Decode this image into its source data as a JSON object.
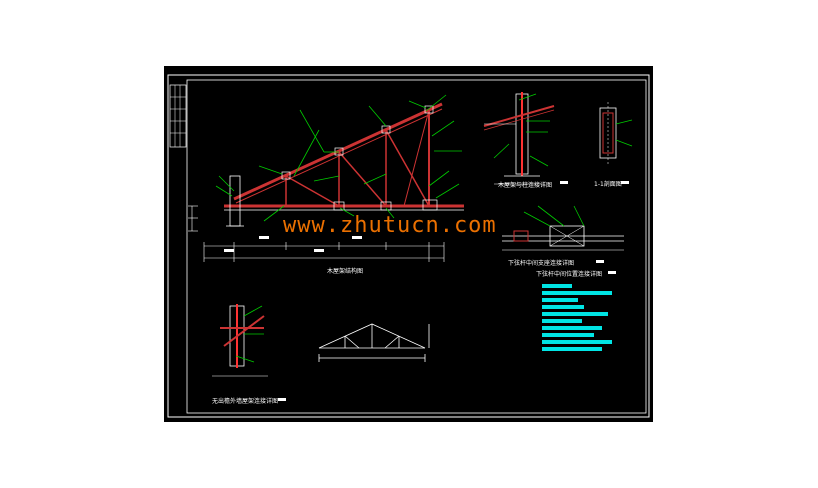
{
  "watermark": "www.zhutucn.com",
  "colors": {
    "sheet_background": "#000000",
    "frame": "#ffffff",
    "truss_members": "#cc3333",
    "leaders": "#00cc00",
    "legend": "#00e5e5",
    "watermark": "#ff7a00"
  },
  "drawings": {
    "truss_elevation": {
      "title": "木屋架结构图"
    },
    "rafter_column_detail": {
      "title": "木屋架与柱连接详图"
    },
    "section_1_1": {
      "title": "1-1剖面图"
    },
    "lower_chord_support": {
      "title": "下弦杆中间支座连接详图",
      "subtitle": "下弦杆中间位置连接详图"
    },
    "eave_wall_detail": {
      "title": "无出檐外墙屋架连接详图"
    },
    "truss_schematic": {
      "title": ""
    }
  },
  "icons": [
    "title-block-strip",
    "scale-bar-marker"
  ]
}
